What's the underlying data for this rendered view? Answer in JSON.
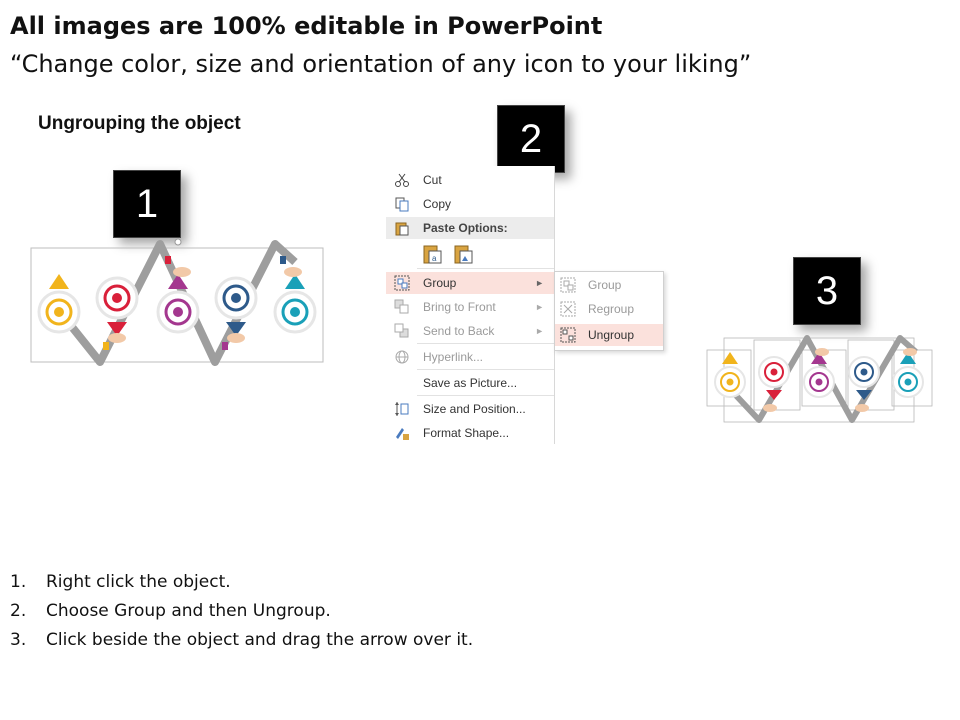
{
  "header": {
    "line1": "All images are 100% editable in PowerPoint",
    "line2": "“Change color, size and orientation of any icon to your liking”"
  },
  "subtitle": "Ungrouping the object",
  "steps": [
    "1",
    "2",
    "3"
  ],
  "context_menu": {
    "items": [
      {
        "label": "Cut",
        "icon": "scissors-icon",
        "state": "enabled"
      },
      {
        "label": "Copy",
        "icon": "copy-icon",
        "state": "enabled"
      },
      {
        "label": "Paste Options:",
        "icon": "paste-icon",
        "state": "header"
      },
      {
        "label": "Group",
        "icon": "group-icon",
        "state": "highlighted",
        "submenu": true
      },
      {
        "label": "Bring to Front",
        "icon": "bring-to-front-icon",
        "state": "disabled",
        "submenu": true
      },
      {
        "label": "Send to Back",
        "icon": "send-to-back-icon",
        "state": "disabled",
        "submenu": true
      },
      {
        "label": "Hyperlink...",
        "icon": "hyperlink-icon",
        "state": "disabled"
      },
      {
        "label": "Save as Picture...",
        "icon": "",
        "state": "enabled"
      },
      {
        "label": "Size and Position...",
        "icon": "size-position-icon",
        "state": "enabled"
      },
      {
        "label": "Format Shape...",
        "icon": "format-shape-icon",
        "state": "enabled"
      }
    ],
    "submenu_arrow": "►"
  },
  "group_submenu": {
    "items": [
      {
        "label": "Group",
        "icon": "group-icon",
        "state": "disabled"
      },
      {
        "label": "Regroup",
        "icon": "regroup-icon",
        "state": "disabled"
      },
      {
        "label": "Ungroup",
        "icon": "ungroup-icon",
        "state": "active"
      }
    ]
  },
  "instructions": [
    {
      "num": "1.",
      "text": "Right click the object."
    },
    {
      "num": "2.",
      "text": "Choose Group and then Ungroup."
    },
    {
      "num": "3.",
      "text": "Click beside the object and drag the arrow over it."
    }
  ],
  "colors": {
    "yellow": "#f1b41c",
    "red": "#d9203a",
    "purple": "#a4378f",
    "navy": "#2e5a8a",
    "teal": "#1aa0b8",
    "path_gray": "#9a9a9a",
    "highlight": "#fbe1dc"
  }
}
